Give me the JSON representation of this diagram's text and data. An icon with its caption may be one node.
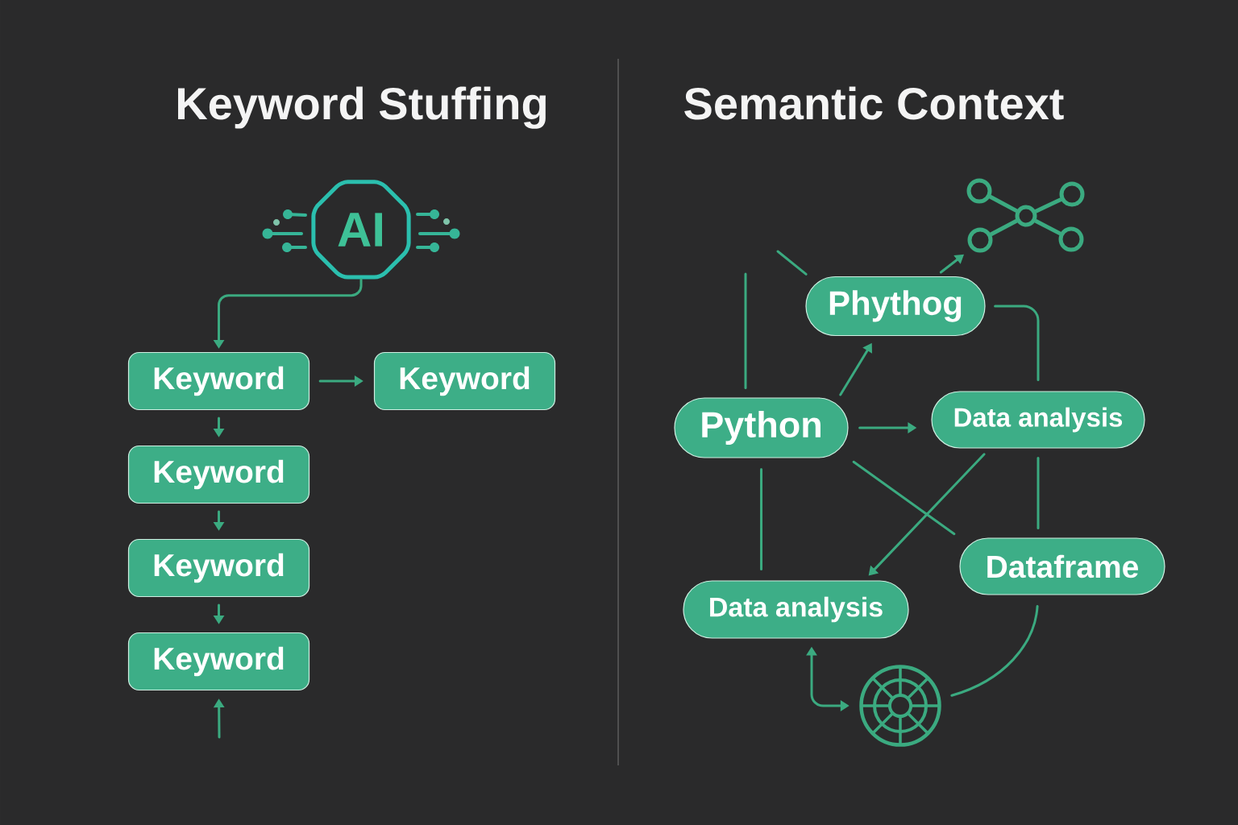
{
  "diagram": {
    "nodes": [
      {
        "text": [
          "AI"
        ]
      },
      {
        "text": [
          "Keyword"
        ]
      },
      {
        "text": [
          "Keyword"
        ]
      },
      {
        "text": [
          "Keyword"
        ]
      },
      {
        "text": [
          "Keyword"
        ]
      },
      {
        "text": [
          "Keyword"
        ]
      },
      {
        "text": [],
        "shape": "picture"
      },
      {
        "text": [
          "Phythog"
        ]
      },
      {
        "text": [
          "Python"
        ]
      },
      {
        "text": [
          "Data analysis"
        ]
      },
      {
        "text": [
          "Dataframe"
        ]
      },
      {
        "text": [
          "Data analysis"
        ]
      },
      {
        "text": [],
        "shape": "picture"
      }
    ],
    "edges": [
      {
        "from": 0,
        "to": 1,
        "arrow": "to"
      },
      {
        "from": 1,
        "to": 2,
        "arrow": "to"
      },
      {
        "from": 1,
        "to": 3,
        "arrow": "to"
      },
      {
        "from": 3,
        "to": 4,
        "arrow": "to"
      },
      {
        "from": 4,
        "to": 5,
        "arrow": "to"
      },
      {
        "from": null,
        "to": 5,
        "arrow": "to"
      },
      {
        "from": null,
        "to": 7,
        "arrow": "none"
      },
      {
        "from": null,
        "to": 8,
        "arrow": "none"
      },
      {
        "from": 7,
        "to": 6,
        "arrow": "to"
      },
      {
        "from": 8,
        "to": 7,
        "arrow": "to"
      },
      {
        "from": 7,
        "to": 9,
        "arrow": "none"
      },
      {
        "from": 8,
        "to": 9,
        "arrow": "to"
      },
      {
        "from": 8,
        "to": 10,
        "arrow": "none"
      },
      {
        "from": 9,
        "to": 11,
        "arrow": "to"
      },
      {
        "from": 9,
        "to": 10,
        "arrow": "none"
      },
      {
        "from": 8,
        "to": 11,
        "arrow": "none"
      },
      {
        "from": 10,
        "to": 12,
        "arrow": "none"
      },
      {
        "from": 11,
        "to": 12,
        "arrow": "both"
      }
    ],
    "labels": [
      "Keyword Stuffing",
      "Semantic Context"
    ]
  }
}
